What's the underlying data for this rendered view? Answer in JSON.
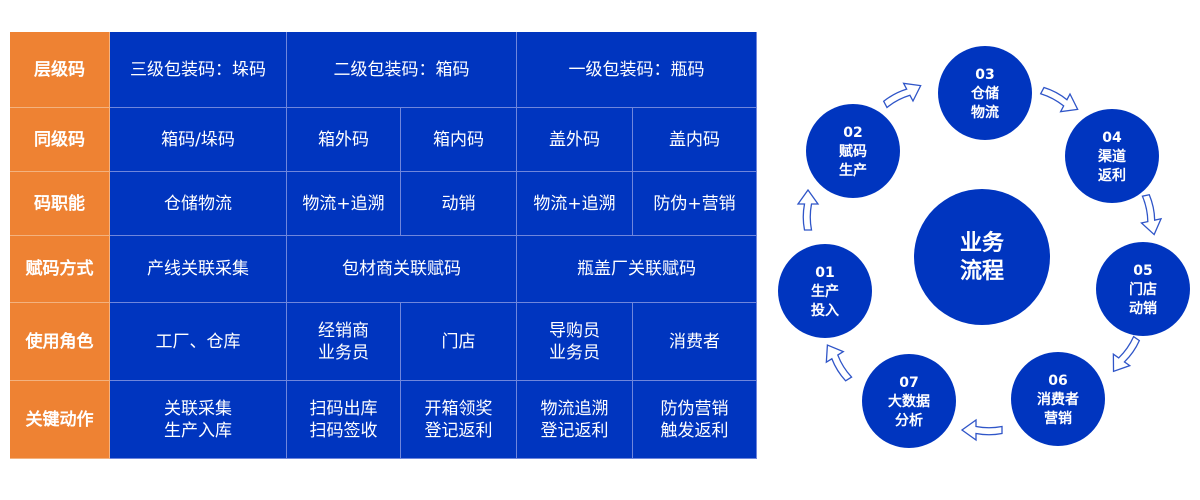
{
  "colors": {
    "header_bg": "#ee8233",
    "cell_bg": "#0035bf",
    "circle": "#0035bf"
  },
  "table": {
    "rows": [
      {
        "label": "层级码",
        "cells": [
          {
            "text": "三级包装码：垛码",
            "col": 2,
            "span": 1
          },
          {
            "text": "二级包装码：箱码",
            "col": 3,
            "span": 2
          },
          {
            "text": "一级包装码：瓶码",
            "col": 5,
            "span": 2
          }
        ]
      },
      {
        "label": "同级码",
        "cells": [
          {
            "text": "箱码/垛码",
            "col": 2,
            "span": 1
          },
          {
            "text": "箱外码",
            "col": 3,
            "span": 1
          },
          {
            "text": "箱内码",
            "col": 4,
            "span": 1
          },
          {
            "text": "盖外码",
            "col": 5,
            "span": 1
          },
          {
            "text": "盖内码",
            "col": 6,
            "span": 1
          }
        ]
      },
      {
        "label": "码职能",
        "cells": [
          {
            "text": "仓储物流",
            "col": 2,
            "span": 1
          },
          {
            "text": "物流+追溯",
            "col": 3,
            "span": 1
          },
          {
            "text": "动销",
            "col": 4,
            "span": 1
          },
          {
            "text": "物流+追溯",
            "col": 5,
            "span": 1
          },
          {
            "text": "防伪+营销",
            "col": 6,
            "span": 1
          }
        ]
      },
      {
        "label": "赋码方式",
        "cells": [
          {
            "text": "产线关联采集",
            "col": 2,
            "span": 1
          },
          {
            "text": "包材商关联赋码",
            "col": 3,
            "span": 2
          },
          {
            "text": "瓶盖厂关联赋码",
            "col": 5,
            "span": 2
          }
        ]
      },
      {
        "label": "使用角色",
        "cells": [
          {
            "text": "工厂、仓库",
            "col": 2,
            "span": 1
          },
          {
            "text": "经销商\n业务员",
            "col": 3,
            "span": 1
          },
          {
            "text": "门店",
            "col": 4,
            "span": 1
          },
          {
            "text": "导购员\n业务员",
            "col": 5,
            "span": 1
          },
          {
            "text": "消费者",
            "col": 6,
            "span": 1
          }
        ]
      },
      {
        "label": "关键动作",
        "cells": [
          {
            "text": "关联采集\n生产入库",
            "col": 2,
            "span": 1
          },
          {
            "text": "扫码出库\n扫码签收",
            "col": 3,
            "span": 1
          },
          {
            "text": "开箱领奖\n登记返利",
            "col": 4,
            "span": 1
          },
          {
            "text": "物流追溯\n登记返利",
            "col": 5,
            "span": 1
          },
          {
            "text": "防伪营销\n触发返利",
            "col": 6,
            "span": 1
          }
        ]
      }
    ]
  },
  "flow": {
    "center": [
      "业务",
      "流程"
    ],
    "steps": [
      {
        "num": "01",
        "l1": "生产",
        "l2": "投入"
      },
      {
        "num": "02",
        "l1": "赋码",
        "l2": "生产"
      },
      {
        "num": "03",
        "l1": "仓储",
        "l2": "物流"
      },
      {
        "num": "04",
        "l1": "渠道",
        "l2": "返利"
      },
      {
        "num": "05",
        "l1": "门店",
        "l2": "动销"
      },
      {
        "num": "06",
        "l1": "消费者",
        "l2": "营销"
      },
      {
        "num": "07",
        "l1": "大数据",
        "l2": "分析"
      }
    ]
  }
}
